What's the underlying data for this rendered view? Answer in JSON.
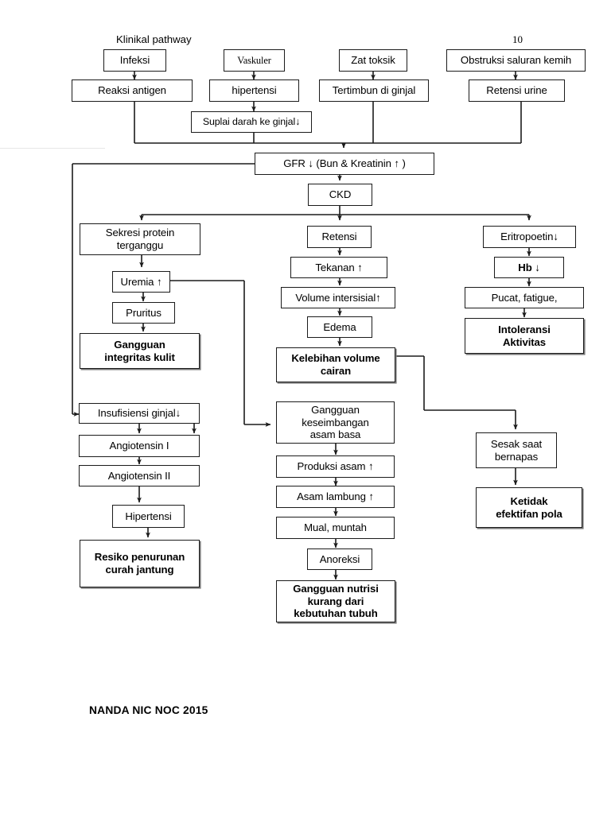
{
  "page": {
    "title": "Klinikal pathway",
    "page_number": "10",
    "footer": "NANDA NIC NOC 2015",
    "bg_color": "#ffffff",
    "line_color": "#1b1b1b",
    "shadow_color": "#7a7a7a"
  },
  "glyphs": {
    "down": "↓",
    "up": "↑"
  },
  "nodes": {
    "infeksi": "Infeksi",
    "vaskuler": "Vaskuler",
    "zat_toksik": "Zat toksik",
    "obstruksi": "Obstruksi saluran kemih",
    "reaksi_antigen": "Reaksi antigen",
    "hipertensi_top": "hipertensi",
    "tertimbun": "Tertimbun di ginjal",
    "retensi_urine": "Retensi urine",
    "suplai_darah": "Suplai darah ke ginjal↓",
    "gfr": "GFR ↓ (Bun & Kreatinin ↑ )",
    "ckd": "CKD",
    "sekresi_protein": "Sekresi protein\nterganggu",
    "uremia": "Uremia ↑",
    "pruritus": "Pruritus",
    "gangguan_integritas": "Gangguan\nintegritas kulit",
    "insufisiensi": "Insufisiensi ginjal↓",
    "angiotensin_1": "Angiotensin I",
    "angiotensin_2": "Angiotensin II",
    "hipertensi_bawah": "Hipertensi",
    "resiko_penurunan": "Resiko penurunan\ncurah jantung",
    "retensi": "Retensi",
    "tekanan": "Tekanan  ↑",
    "volume_intersisial": "Volume intersisial↑",
    "edema": "Edema",
    "kelebihan_volume": "Kelebihan volume\ncairan",
    "gangguan_keseimbangan": "Gangguan\nkeseimbangan\nasam basa",
    "produksi_asam": "Produksi asam ↑",
    "asam_lambung": "Asam lambung ↑",
    "mual_muntah": "Mual, muntah",
    "anoreksi": "Anoreksi",
    "gangguan_nutrisi": "Gangguan nutrisi\nkurang dari\nkebutuhan tubuh",
    "eritropoetin": "Eritropoetin↓",
    "hb": "Hb ↓",
    "pucat_fatigue": "Pucat, fatigue,",
    "intoleransi": "Intoleransi\nAktivitas",
    "sesak": "Sesak saat\nbernapas",
    "ketidak_efektifan": "Ketidak\nefektifan pola"
  }
}
